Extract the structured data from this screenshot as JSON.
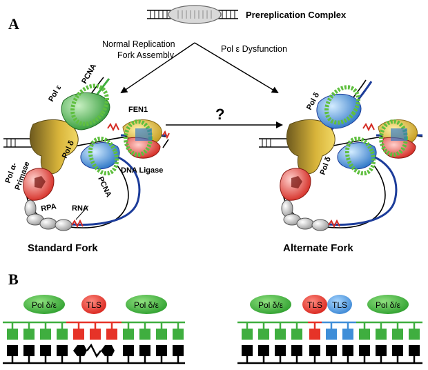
{
  "panel_a": {
    "letter": "A",
    "prereplication_complex": "Prereplication Complex",
    "normal_path_line1": "Normal Replication",
    "normal_path_line2": "Fork Assembly",
    "dysfunction_path": "Pol ε Dysfunction",
    "question_mark": "?",
    "standard_fork": {
      "title": "Standard Fork",
      "labels": {
        "pol_epsilon": "Pol ε",
        "pcna_top": "PCNA",
        "fen1": "FEN1",
        "pol_delta": "Pol δ",
        "dna_ligase": "DNA Ligase",
        "pcna_bottom": "PCNA",
        "pol_alpha_line1": "Pol α-",
        "pol_alpha_line2": "Primase",
        "rpa": "RPA",
        "rna": "RNA"
      }
    },
    "alternate_fork": {
      "title": "Alternate Fork",
      "labels": {
        "pol_delta_top": "Pol δ",
        "pol_delta_bottom": "Pol δ"
      }
    }
  },
  "panel_b": {
    "letter": "B",
    "left_bubbles": [
      "Pol δ/ε",
      "TLS",
      "Pol δ/ε"
    ],
    "right_bubbles": [
      "Pol δ/ε",
      "TLS",
      "TLS",
      "Pol δ/ε"
    ]
  },
  "colors": {
    "pol_delta_epsilon": "#3fae3f",
    "tls_red": "#e63328",
    "tls_blue": "#3f8ed8",
    "green_strand": "#3fae3f",
    "blue_strand": "#1c3c9a",
    "black_strand": "#000000"
  }
}
